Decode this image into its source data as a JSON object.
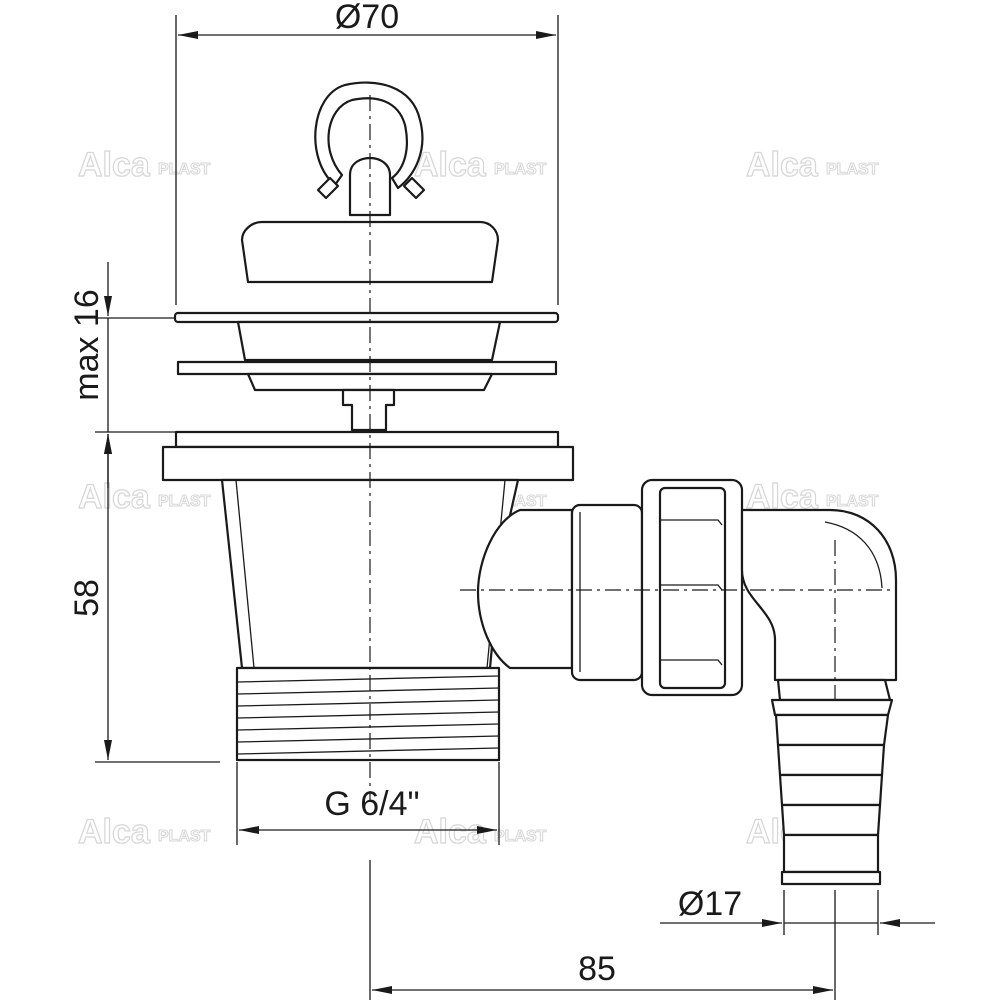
{
  "drawing": {
    "dimensions": {
      "diameter_top": "Ø70",
      "max_depth": "max 16",
      "height": "58",
      "thread": "G 6/4\"",
      "hose_diameter": "Ø17",
      "offset": "85"
    },
    "watermark": {
      "brand_main": "Alca",
      "brand_suffix": "PLAST"
    }
  }
}
